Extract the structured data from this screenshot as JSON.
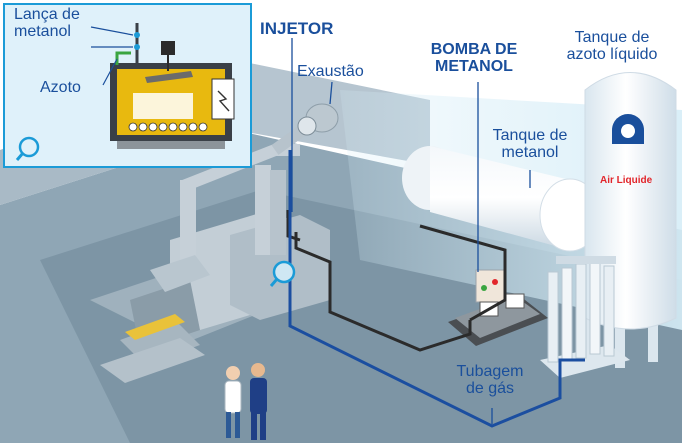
{
  "labels": {
    "injector": "INJETOR",
    "methanol_pump": "BOMBA DE\nMETANOL",
    "liquid_nitrogen_tank": "Tanque de\nazoto líquido",
    "exhaust": "Exaustão",
    "methanol_tank": "Tanque de\nmetanol",
    "gas_piping": "Tubagem\nde gás",
    "methanol_lance": "Lança de\nmetanol",
    "nitrogen": "Azoto"
  },
  "tank_brand": "Air Liquide",
  "icons": [
    "magnifier-icon",
    "air-liquide-logo"
  ],
  "colors": {
    "label_blue": "#1a4f9c",
    "inset_border": "#1b9bd7",
    "gas_pipe": "#1b4ea0",
    "methanol_pipe": "#2b2b2b",
    "brand_red": "#e2262b",
    "furnace_yellow": "#e8b90f"
  }
}
